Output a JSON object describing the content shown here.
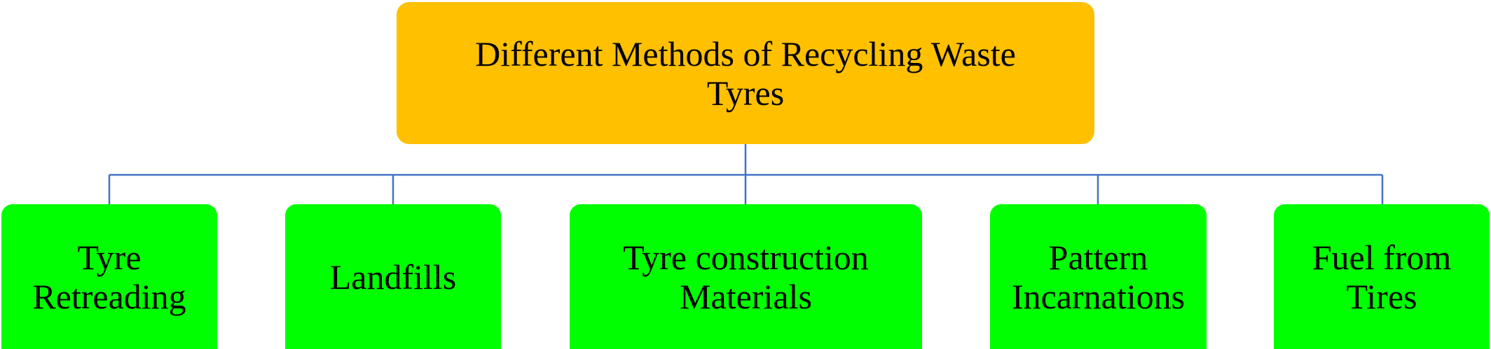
{
  "diagram": {
    "root": {
      "label": "Different Methods of Recycling Waste Tyres"
    },
    "children": [
      {
        "label_line1": "Tyre",
        "label_line2": "Retreading"
      },
      {
        "label_line1": "Landfills",
        "label_line2": ""
      },
      {
        "label_line1": "Tyre construction",
        "label_line2": "Materials"
      },
      {
        "label_line1": "Pattern",
        "label_line2": "Incarnations"
      },
      {
        "label_line1": "Fuel from",
        "label_line2": "Tires"
      }
    ],
    "colors": {
      "root_fill": "#FFC000",
      "child_fill": "#00FF00",
      "connector": "#4472C4"
    }
  }
}
